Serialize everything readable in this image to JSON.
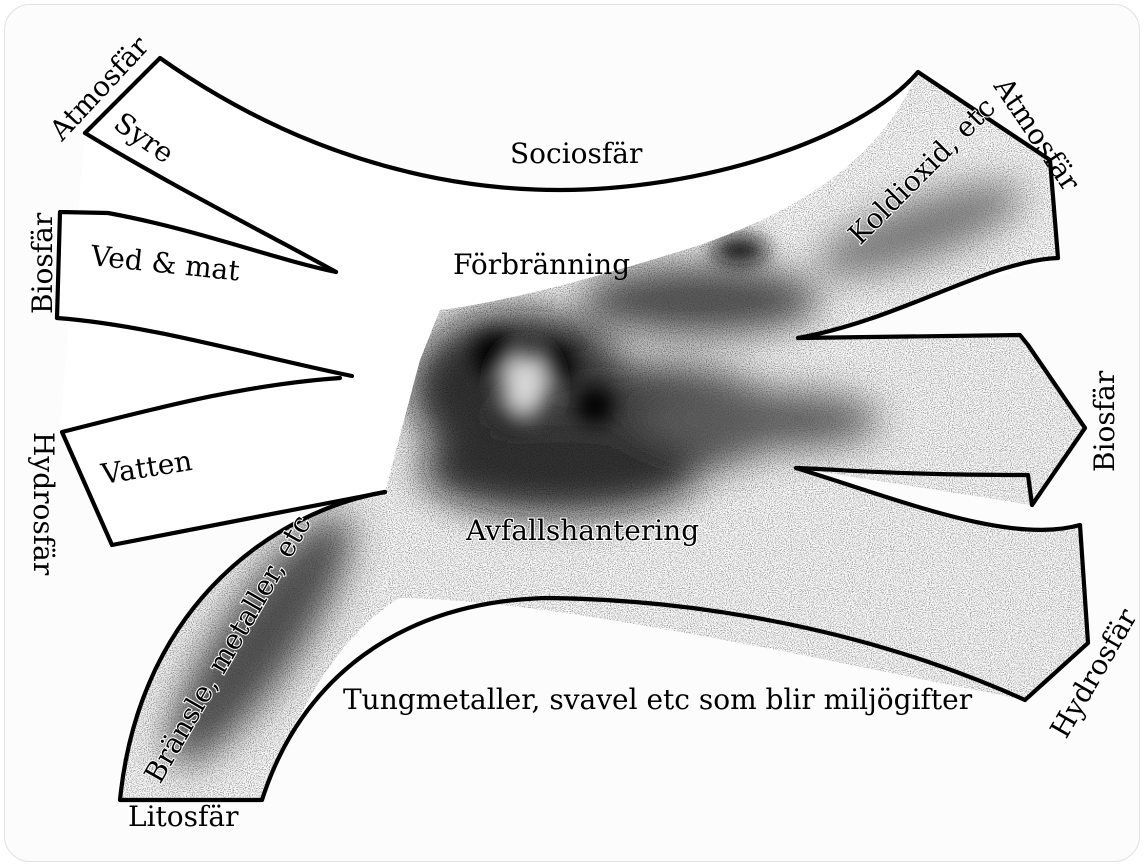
{
  "diagram": {
    "inputs": {
      "syre": {
        "sphere": "Atmosfär",
        "label": "Syre"
      },
      "ved": {
        "sphere": "Biosfär",
        "label": "Ved & mat"
      },
      "vatten": {
        "sphere": "Hydrosfär",
        "label": "Vatten"
      },
      "bransle": {
        "sphere": "Litosfär",
        "label": "Bränsle, metaller, etc"
      }
    },
    "center": {
      "sociosfar": "Sociosfär",
      "forbranning": "Förbränning",
      "avfall": "Avfallshantering"
    },
    "outputs": {
      "koldioxid": {
        "sphere": "Atmosfär",
        "label": "Koldioxid, etc"
      },
      "bio": {
        "sphere": "Biosfär"
      },
      "hydro": {
        "sphere": "Hydrosfär",
        "label": "Tungmetaller, svavel etc som blir miljögifter"
      }
    }
  }
}
